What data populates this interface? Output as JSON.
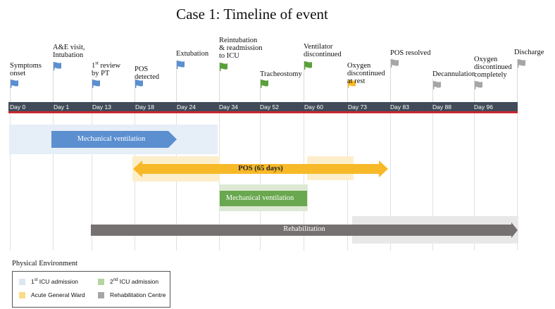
{
  "title": "Case 1: Timeline of event",
  "colors": {
    "axis": "#404a58",
    "axis_red": "#c9272f",
    "flag_blue": "#5b8fd0",
    "flag_green": "#5aa03a",
    "flag_yellow": "#f7b928",
    "flag_grey": "#a6a6a6",
    "mv1_bar": "#5b8fd0",
    "pos_bar": "#f7b928",
    "mv2_bar": "#6aa84f",
    "rehab_bar": "#767171",
    "env_icu1": "#e6eef8",
    "env_icu2": "#dde9d4",
    "env_ward": "#fdeecb",
    "env_rehab": "#e8e8e8"
  },
  "days": [
    "Day 0",
    "Day 1",
    "Day 13",
    "Day 18",
    "Day 24",
    "Day 34",
    "Day 52",
    "Day 60",
    "Day 73",
    "Day 83",
    "Day 88",
    "Day 96"
  ],
  "events": [
    {
      "text": [
        "Symptoms",
        "onset"
      ],
      "color": "flag_blue"
    },
    {
      "text": [
        "A&E visit,",
        "Intubation"
      ],
      "color": "flag_blue"
    },
    {
      "text": [
        "review",
        "by PT"
      ],
      "sup_prefix": "1",
      "sup": "st",
      "color": "flag_blue"
    },
    {
      "text": [
        "POS",
        "detected"
      ],
      "color": "flag_blue"
    },
    {
      "text": [
        "Extubation"
      ],
      "color": "flag_blue"
    },
    {
      "text": [
        "Reintubation",
        "& readmission",
        "to ICU"
      ],
      "color": "flag_green"
    },
    {
      "text": [
        "Tracheostomy"
      ],
      "color": "flag_green"
    },
    {
      "text": [
        "Ventilator",
        "discontinued"
      ],
      "color": "flag_green"
    },
    {
      "text": [
        "Oxygen",
        "discontinued",
        "at rest"
      ],
      "color": "flag_yellow"
    },
    {
      "text": [
        "POS resolved"
      ],
      "color": "flag_grey"
    },
    {
      "text": [
        "Decannulation"
      ],
      "color": "flag_grey"
    },
    {
      "text": [
        "Oxygen",
        "discontinued",
        "completely"
      ],
      "color": "flag_grey"
    },
    {
      "text": [
        "Discharge"
      ],
      "color": "flag_grey"
    }
  ],
  "bars": {
    "mv1": "Mechanical ventilation",
    "pos": "POS (65 days)",
    "mv2": "Mechanical ventilation",
    "rehab": "Rehabilitation"
  },
  "legend": {
    "title": "Physical Environment",
    "icu1_prefix": "1",
    "icu1_sup": "st",
    "icu1_suffix": " ICU admission",
    "icu2_prefix": "2",
    "icu2_sup": "nd",
    "icu2_suffix": " ICU admission",
    "ward": "Acute General Ward",
    "rehab": "Rehabilitation Centre"
  }
}
